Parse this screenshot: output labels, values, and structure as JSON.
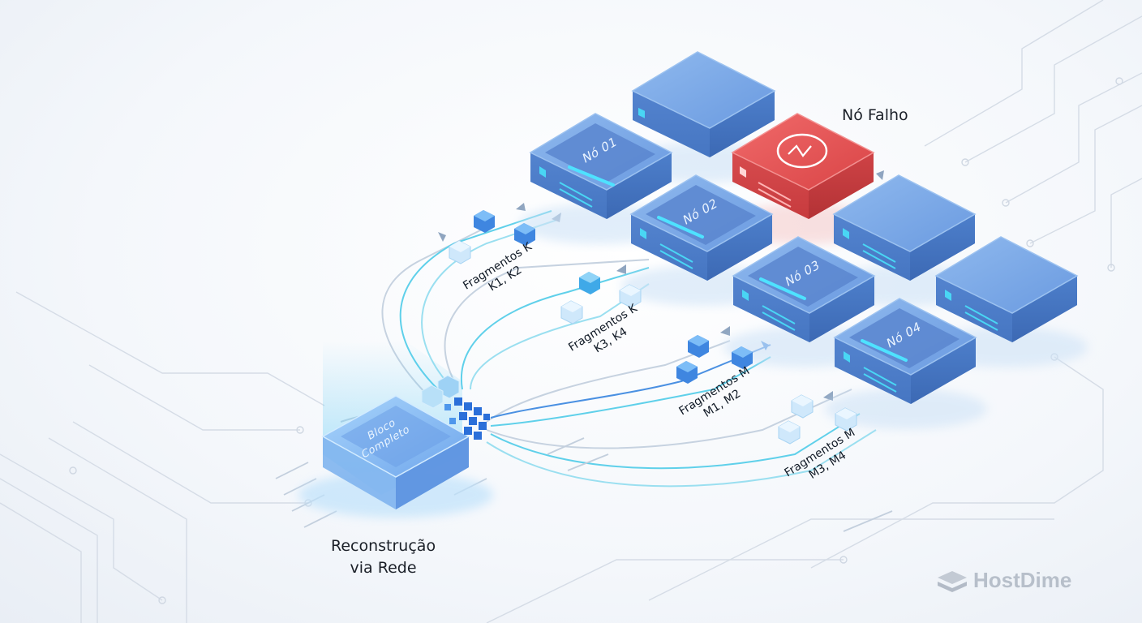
{
  "diagram": {
    "failed_node_label": "Nó Falho",
    "reconstruction_label_line1": "Reconstrução",
    "reconstruction_label_line2": "via Rede",
    "complete_block_line1": "Bloco",
    "complete_block_line2": "Completo",
    "nodes": [
      {
        "label": "Nó 01"
      },
      {
        "label": "Nó 02"
      },
      {
        "label": "Nó 03"
      },
      {
        "label": "Nó 04"
      }
    ],
    "fragment_groups": [
      {
        "line1": "Fragmentos K",
        "line2": "K1, K2"
      },
      {
        "line1": "Fragmentos K",
        "line2": "K3, K4"
      },
      {
        "line1": "Fragmentos M",
        "line2": "M1, M2"
      },
      {
        "line1": "Fragmentos M",
        "line2": "M3, M4"
      }
    ]
  },
  "brand": {
    "name": "HostDime"
  },
  "colors": {
    "node_blue": "#6f9fe0",
    "node_blue_dark": "#4a78c4",
    "failed_red": "#e0484b",
    "accent_cyan": "#39d3f0",
    "flow_line": "#5cc8e6"
  }
}
